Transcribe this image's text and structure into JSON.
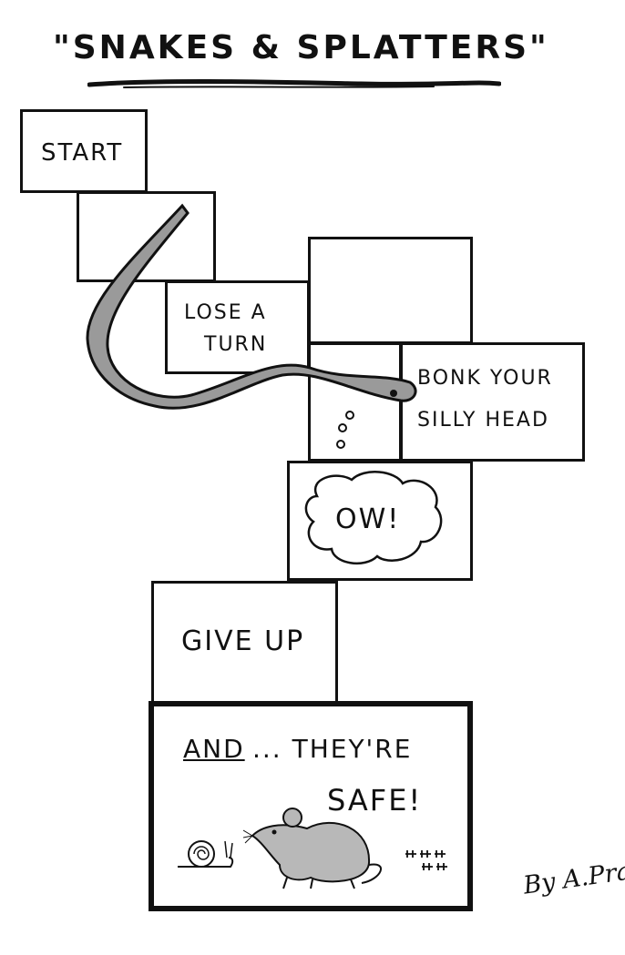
{
  "comic": {
    "title": "\"SNAKES & SPLATTERS\"",
    "squares": {
      "start": "START",
      "lose_turn_line1": "LOSE A",
      "lose_turn_line2": "TURN",
      "bonk_line1": "BONK YOUR",
      "bonk_line2": "SILLY HEAD",
      "ow": "OW!",
      "give_up": "GIVE UP",
      "final_and": "AND",
      "final_rest": "... THEY'RE",
      "final_line2": "SAFE!"
    },
    "signature": "By A.Pratt",
    "colors": {
      "ink": "#111111",
      "snake_gray": "#9a9a9a",
      "mouse_gray": "#b8b8b8",
      "paper": "#ffffff"
    },
    "icons": {
      "snake": "snake-icon",
      "mouse": "mouse-icon",
      "snail": "snail-icon",
      "ants": "ants-icon",
      "thought_bubble": "thought-bubble-icon"
    }
  }
}
